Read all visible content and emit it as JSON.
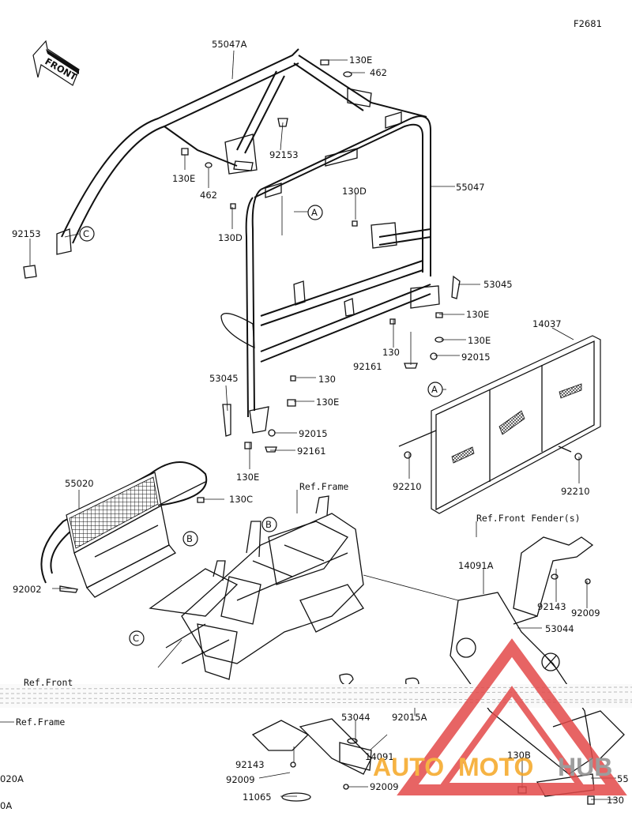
{
  "diagram_id": "F2681",
  "front_label": "FRONT",
  "callouts": {
    "A": "A",
    "B": "B",
    "C": "C"
  },
  "refs": {
    "frame": "Ref.Frame",
    "front_fenders": "Ref.Front Fender(s)",
    "front": "Ref.Front",
    "frame_left": "Ref.Frame"
  },
  "parts": {
    "p55047A": "55047A",
    "p130E_top": "130E",
    "p462_top": "462",
    "p92153_mid": "92153",
    "p130E_left": "130E",
    "p462_left": "462",
    "p130D_top": "130D",
    "p55047": "55047",
    "p130D_left": "130D",
    "p92153_left": "92153",
    "p53045_right": "53045",
    "p130E_r1": "130E",
    "p14037": "14037",
    "p130E_r2": "130E",
    "p92015_r": "92015",
    "p130_r": "130",
    "p92161_r": "92161",
    "p53045_left": "53045",
    "p130_l": "130",
    "p130E_l2": "130E",
    "p92015_l": "92015",
    "p92161_l": "92161",
    "p130E_l3": "130E",
    "p92210_left": "92210",
    "p92210_right": "92210",
    "p55020": "55020",
    "p130C": "130C",
    "p92002": "92002",
    "p14091A": "14091A",
    "p92143_r": "92143",
    "p92009_r": "92009",
    "p53044_r": "53044",
    "p53044_b": "53044",
    "p92015A": "92015A",
    "p14091": "14091",
    "p92143_b": "92143",
    "p92009_b1": "92009",
    "p92009_b2": "92009",
    "p11065": "11065",
    "p130B": "130B",
    "p55x": "55",
    "p130x": "130",
    "p020A_1": "020A",
    "p0A_2": "0A"
  },
  "watermark": {
    "auto": "AUTO",
    "moto": "MOTO",
    "hub": "HUB"
  },
  "colors": {
    "line": "#111111",
    "watermark_red": "#e34a4a",
    "watermark_orange": "#f5a623",
    "watermark_gray": "#8c8c8c"
  }
}
